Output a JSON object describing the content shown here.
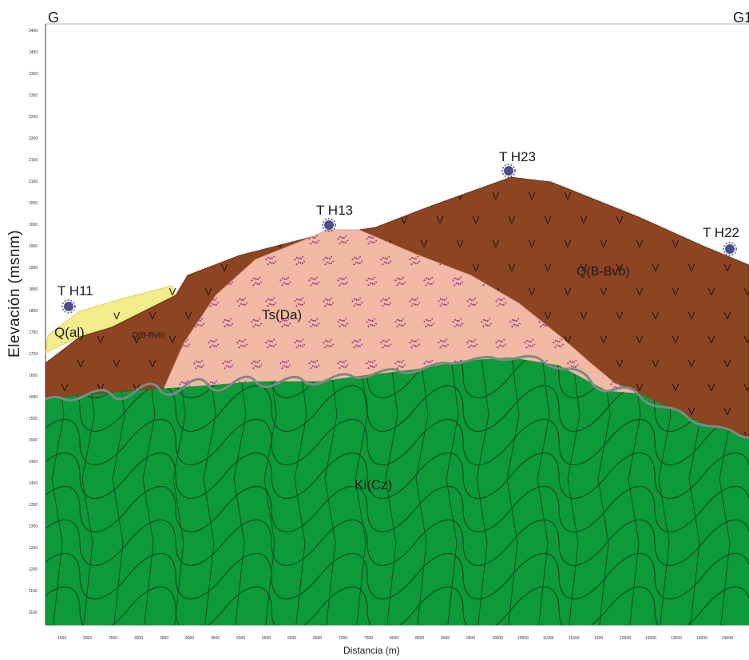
{
  "section": {
    "left_label": "G",
    "right_label": "G1",
    "y_axis_label": "Elevación (msnm)",
    "x_axis_label": "Distancia (m)"
  },
  "y_ticks": [
    "3400",
    "2450",
    "2350",
    "2300",
    "2250",
    "2200",
    "2150",
    "2100",
    "2050",
    "2000",
    "1950",
    "1900",
    "1850",
    "1800",
    "1750",
    "1700",
    "1650",
    "1600",
    "1550",
    "1500",
    "1450",
    "1400",
    "1350",
    "1300",
    "1250",
    "1200",
    "1150",
    "1100"
  ],
  "x_ticks": [
    "1500",
    "2000",
    "2500",
    "3000",
    "3500",
    "4000",
    "4500",
    "5000",
    "5500",
    "6000",
    "6500",
    "7000",
    "7500",
    "8000",
    "8500",
    "9000",
    "9500",
    "10000",
    "10500",
    "11000",
    "11500",
    "1200",
    "12500",
    "13000",
    "13500",
    "14000",
    "14500"
  ],
  "points": [
    "T H11",
    "T H13",
    "T H23",
    "T H22"
  ],
  "units": [
    "Q(al)",
    "Q(B-Bvb)",
    "Ts(Da)",
    "Q(B-Bvb)",
    "Ki(Cz)"
  ],
  "colors": {
    "alluvium": "#f3ec8c",
    "basalt": "#8c4422",
    "dacite": "#f2b9a4",
    "dacite_symbol": "#9a3a8a",
    "cretaceous": "#0c9a3a",
    "station_icon": "#4a4e8a"
  }
}
